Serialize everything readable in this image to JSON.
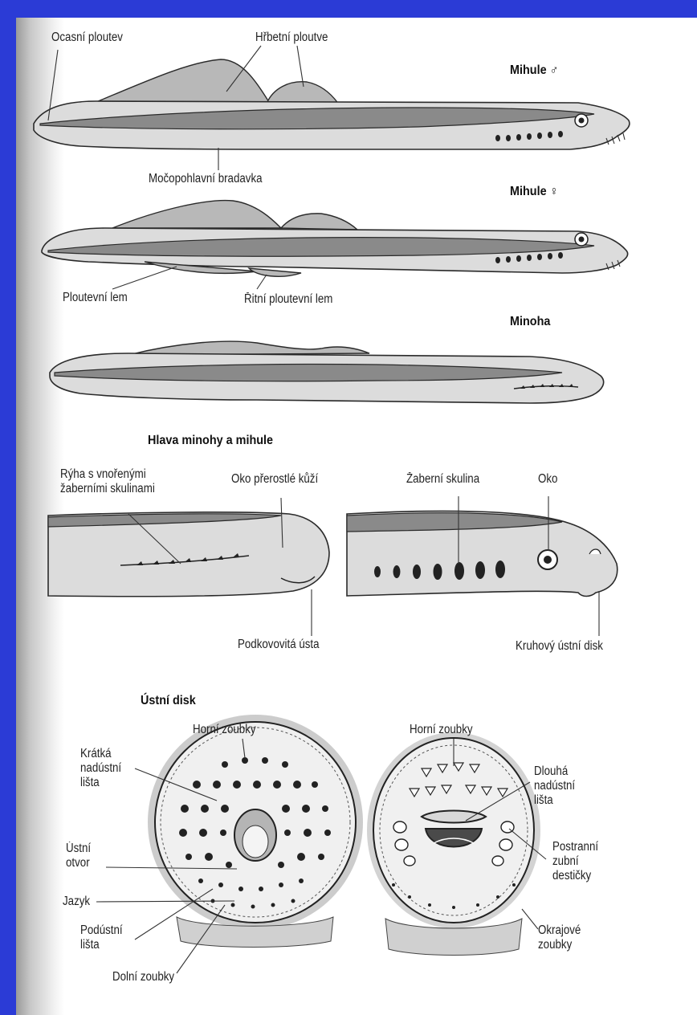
{
  "sections": {
    "fish1": {
      "title": "Mihule ♂",
      "labels": {
        "tail_fin": "Ocasní ploutev",
        "dorsal_fins": "Hřbetní ploutve",
        "urogenital_papilla": "Močopohlavní bradavka"
      }
    },
    "fish2": {
      "title": "Mihule ♀",
      "labels": {
        "fin_fold": "Ploutevní lem",
        "anal_fin_fold": "Řitní ploutevní lem"
      }
    },
    "fish3": {
      "title": "Minoha"
    },
    "heads": {
      "title": "Hlava minohy a mihule",
      "labels": {
        "groove_line1": "Rýha s vnořenými",
        "groove_line2": "žaberními skulinami",
        "skin_eye": "Oko přerostlé kůží",
        "horseshoe_mouth": "Podkovovitá ústa",
        "gill_slit": "Žaberní skulina",
        "eye": "Oko",
        "oral_disc": "Kruhový ústní disk"
      }
    },
    "disk": {
      "title": "Ústní disk",
      "left_labels": {
        "upper_teeth": "Horní zoubky",
        "short_ridge_l1": "Krátká",
        "short_ridge_l2": "nadústní",
        "short_ridge_l3": "lišta",
        "mouth_l1": "Ústní",
        "mouth_l2": "otvor",
        "tongue": "Jazyk",
        "sub_ridge_l1": "Podústní",
        "sub_ridge_l2": "lišta",
        "lower_teeth": "Dolní zoubky"
      },
      "right_labels": {
        "upper_teeth": "Horní zoubky",
        "long_ridge_l1": "Dlouhá",
        "long_ridge_l2": "nadústní",
        "long_ridge_l3": "lišta",
        "lateral_l1": "Postranní",
        "lateral_l2": "zubní",
        "lateral_l3": "destičky",
        "marginal_l1": "Okrajové",
        "marginal_l2": "zoubky"
      }
    }
  },
  "colors": {
    "frame": "#2b3bd6",
    "paper": "#ffffff",
    "ink": "#222222"
  }
}
